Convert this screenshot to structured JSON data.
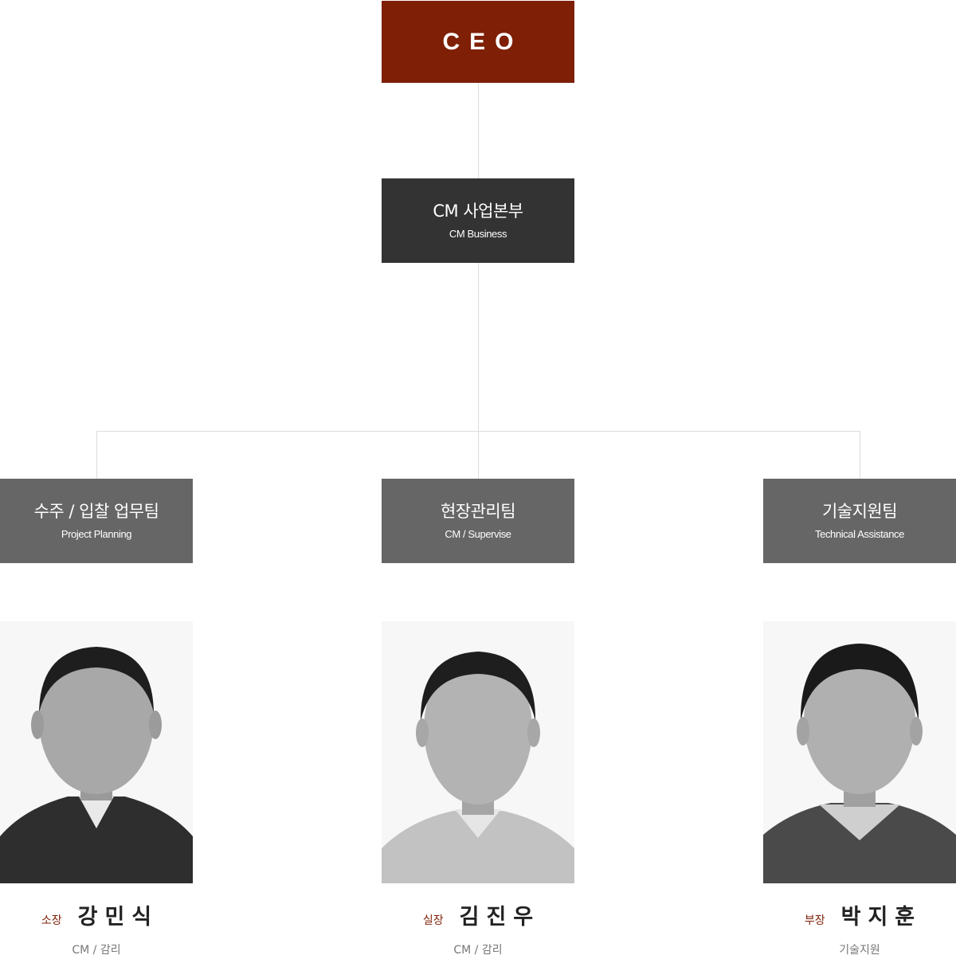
{
  "colors": {
    "ceo": "#7e1f06",
    "hq": "#333333",
    "team": "#666666",
    "role_accent": "#7e1f06",
    "connector": "#dddddd"
  },
  "ceo": {
    "label": "CEO"
  },
  "hq": {
    "title": "CM 사업본부",
    "subtitle": "CM Business"
  },
  "teams": [
    {
      "title": "수주 / 입찰 업무팀",
      "subtitle": "Project Planning"
    },
    {
      "title": "현장관리팀",
      "subtitle": "CM / Supervise"
    },
    {
      "title": "기술지원팀",
      "subtitle": "Technical Assistance"
    }
  ],
  "members": [
    {
      "role": "소장",
      "name": "강민식",
      "dept": "CM / 감리",
      "photo": "grayscale-portrait"
    },
    {
      "role": "실장",
      "name": "김진우",
      "dept": "CM / 감리",
      "photo": "grayscale-portrait"
    },
    {
      "role": "부장",
      "name": "박지훈",
      "dept": "기술지원",
      "photo": "grayscale-portrait"
    }
  ]
}
